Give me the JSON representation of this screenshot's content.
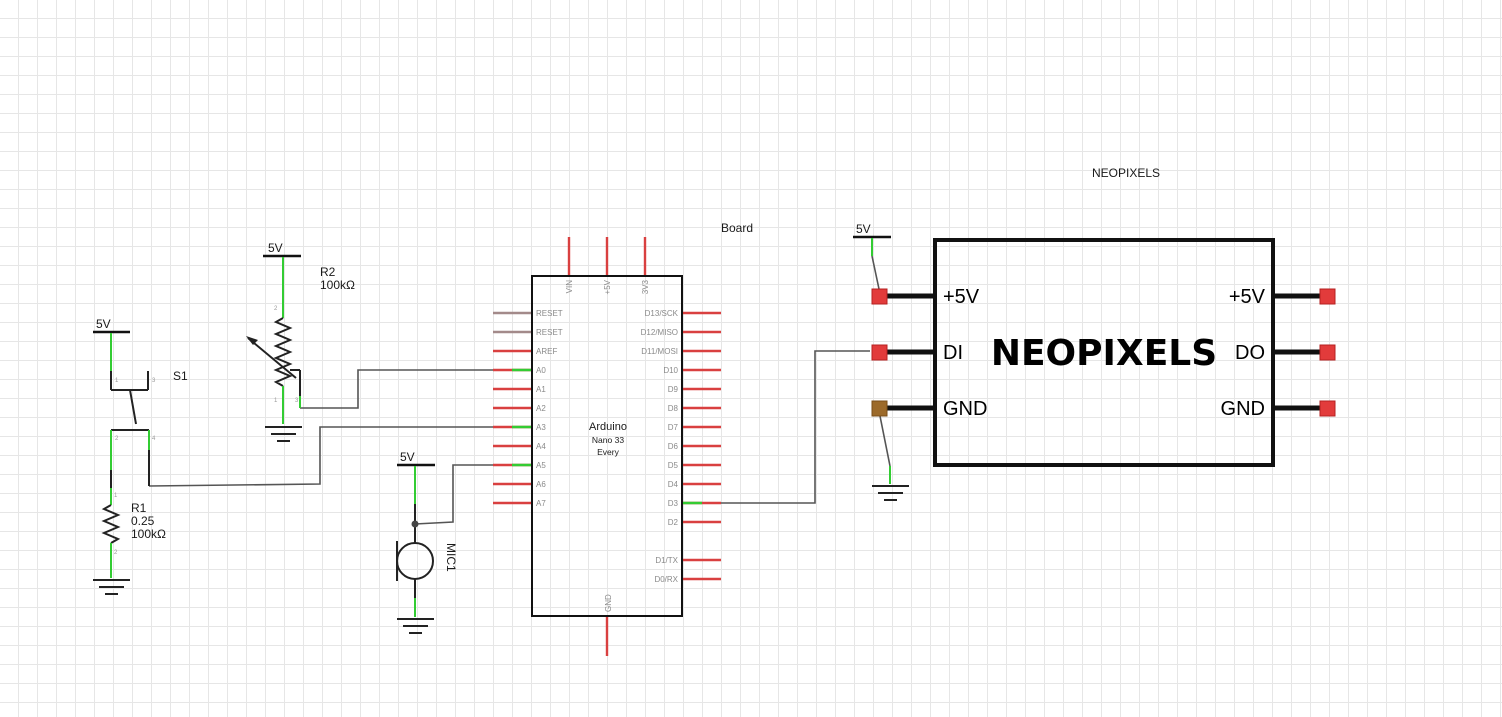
{
  "power_label": "5V",
  "switch": {
    "ref": "S1"
  },
  "resistor_r1": {
    "ref": "R1",
    "value_1": "0.25",
    "value_2": "100kΩ"
  },
  "potentiometer_r2": {
    "ref": "R2",
    "value": "100kΩ"
  },
  "microphone": {
    "ref": "MIC1"
  },
  "board": {
    "title": "Board",
    "name": "Arduino",
    "model_1": "Nano 33",
    "model_2": "Every",
    "top_pins": [
      "VIN",
      "+5V",
      "3V3"
    ],
    "bottom_pin": "GND",
    "left_pins": [
      "RESET",
      "RESET",
      "AREF",
      "A0",
      "A1",
      "A2",
      "A3",
      "A4",
      "A5",
      "A6",
      "A7"
    ],
    "right_pins": [
      "D13/SCK",
      "D12/MISO",
      "D11/MOSI",
      "D10",
      "D9",
      "D8",
      "D7",
      "D6",
      "D5",
      "D4",
      "D3",
      "D2",
      "D1/TX",
      "D0/RX"
    ]
  },
  "neopixels": {
    "title": "NEOPIXELS",
    "label": "NEOPIXELS",
    "left_pins": [
      "+5V",
      "DI",
      "GND"
    ],
    "right_pins": [
      "+5V",
      "DO",
      "GND"
    ]
  },
  "colors": {
    "wire": "#555555",
    "connected_lead": "#33cc33",
    "unconnected_lead": "#d94040",
    "grid": "#e6e6e6"
  }
}
